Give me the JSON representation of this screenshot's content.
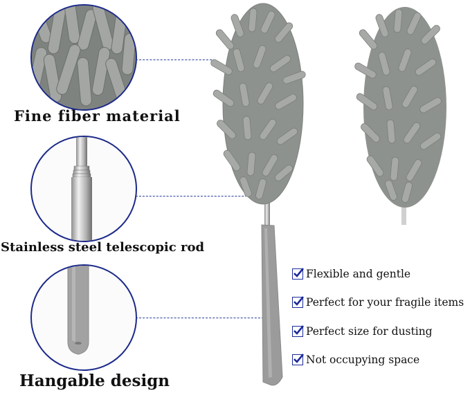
{
  "captions": {
    "fiber": "Fine fiber material",
    "rod": "Stainless steel telescopic rod",
    "hang": "Hangable design"
  },
  "features": [
    "Flexible and gentle",
    "Perfect for your fragile items",
    "Perfect size for dusting",
    "Not occupying space"
  ],
  "colors": {
    "accent": "#1c2a8a",
    "fiber": "#8f938f",
    "handle": "#9a9a9a",
    "steel": "#c9c9c9"
  }
}
